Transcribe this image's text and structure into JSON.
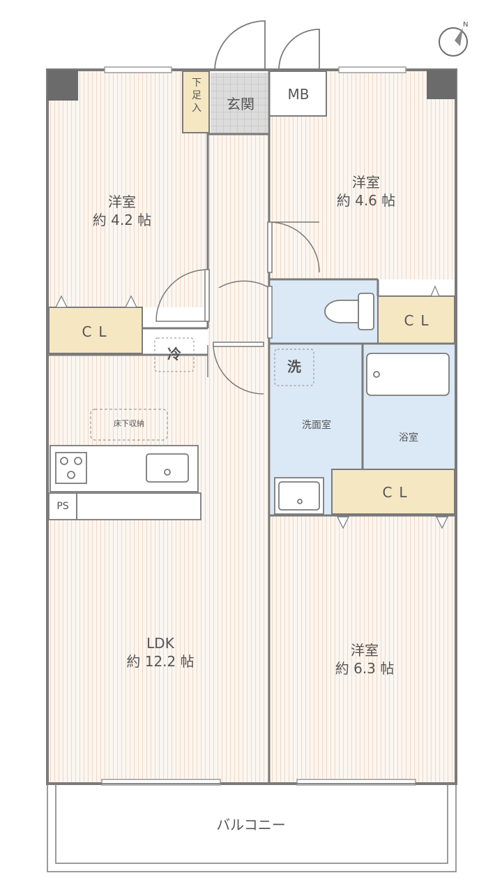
{
  "rooms": {
    "western_nw": {
      "name": "洋室",
      "size": "約 4.2 帖"
    },
    "western_ne": {
      "name": "洋室",
      "size": "約 4.6 帖"
    },
    "western_se": {
      "name": "洋室",
      "size": "約 6.3 帖"
    },
    "ldk": {
      "name": "LDK",
      "size": "約 12.2 帖"
    },
    "entrance": "玄関",
    "shoe_storage": "下足入",
    "meter_box": "MB",
    "washroom": "洗面室",
    "bathroom": "浴室",
    "balcony": "バルコニー",
    "underfloor_storage": "床下収納",
    "pipe_space": "PS",
    "fridge": "冷",
    "washer": "洗"
  },
  "closets": {
    "cl_nw": "CL",
    "cl_ne": "CL",
    "cl_mid": "CL"
  },
  "colors": {
    "wall": "#7a7a7a",
    "wet_area": "#dbe9f6",
    "closet": "#f5e7c2",
    "floor_line": "#f2dcc9",
    "entrance_tile": "#cccccc"
  }
}
